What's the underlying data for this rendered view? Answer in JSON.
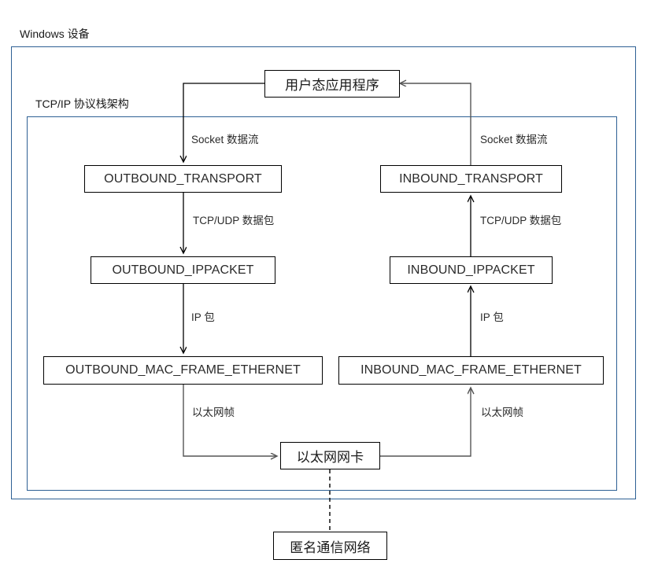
{
  "diagram": {
    "title": "Windows 设备",
    "outer_frame_label": "Windows 设备",
    "inner_frame_label": "TCP/IP 协议栈架构",
    "accent_color": "#2e6094",
    "node_border_color": "#000000",
    "wire_color": "#555555"
  },
  "nodes": {
    "user_app": "用户态应用程序",
    "outbound_transport": "OUTBOUND_TRANSPORT",
    "inbound_transport": "INBOUND_TRANSPORT",
    "outbound_ippacket": "OUTBOUND_IPPACKET",
    "inbound_ippacket": "INBOUND_IPPACKET",
    "outbound_mac_frame": "OUTBOUND_MAC_FRAME_ETHERNET",
    "inbound_mac_frame": "INBOUND_MAC_FRAME_ETHERNET",
    "ethernet_nic": "以太网网卡",
    "anonymous_network": "匿名通信网络"
  },
  "edge_labels": {
    "socket_stream_out": "Socket 数据流",
    "socket_stream_in": "Socket 数据流",
    "tcp_udp_packet_out": "TCP/UDP 数据包",
    "tcp_udp_packet_in": "TCP/UDP 数据包",
    "ip_packet_out": "IP 包",
    "ip_packet_in": "IP 包",
    "ethernet_frame_out": "以太网帧",
    "ethernet_frame_in": "以太网帧"
  }
}
